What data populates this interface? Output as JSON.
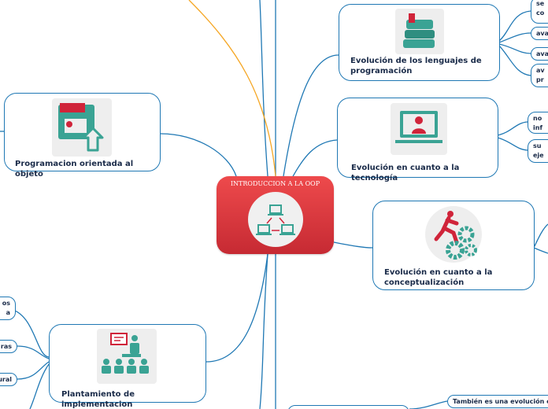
{
  "central": {
    "title": "INTRODUCCION A LA OOP",
    "icon": "network-icon"
  },
  "topics": [
    {
      "id": "lenguajes",
      "label": "Evolución de los lenguajes de programación",
      "icon": "books-icon"
    },
    {
      "id": "tecnologia",
      "label": "Evolución en cuanto a la tecnología",
      "icon": "monitor-user-icon"
    },
    {
      "id": "conceptualizacion",
      "label": "Evolución en cuanto a la conceptualización",
      "icon": "runner-gears-icon"
    },
    {
      "id": "poo",
      "label": "Programacion orientada al objeto",
      "icon": "screen-upload-icon"
    },
    {
      "id": "implementacion",
      "label": "Plantamiento de implementacion",
      "icon": "presentation-icon"
    }
  ],
  "leaves": {
    "lenguajes": [
      "se",
      "co",
      "ava",
      "ava",
      "av",
      "pr"
    ],
    "tecnologia": [
      "no",
      "inf",
      "su",
      "eje"
    ],
    "implementacion": [
      "os",
      "a",
      "ras",
      "ural"
    ],
    "bottom_right": "También es una evolución co"
  },
  "colors": {
    "link": "#1f78b4",
    "central_top": "#ee4a4c",
    "central_bottom": "#c62a33",
    "teal": "#3aa394",
    "red": "#d0243a",
    "orange_link": "#f5a623"
  }
}
